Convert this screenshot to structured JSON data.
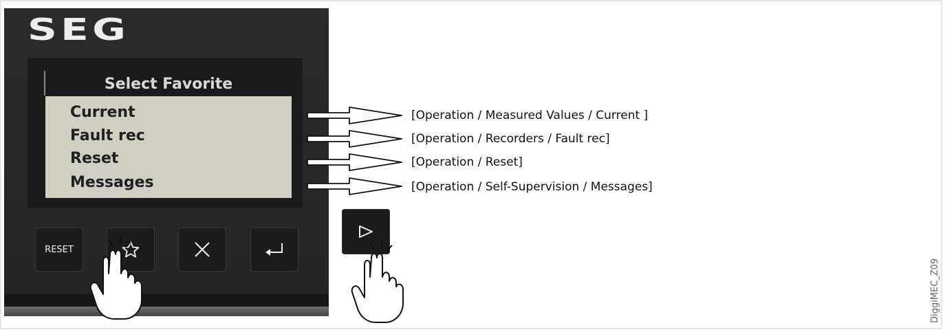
{
  "device": {
    "logo": "SEG",
    "screen_title": "Select Favorite",
    "menu_items": [
      "Current",
      "Fault rec",
      "Reset",
      "Messages"
    ],
    "buttons": {
      "reset_label": "RESET",
      "favorite_icon": "star-icon",
      "escape_icon": "close-icon",
      "enter_icon": "enter-icon",
      "softkey_icon": "play-right-icon"
    }
  },
  "paths": [
    "[Operation / Measured Values / Current ]",
    "[Operation / Recorders / Fault rec]",
    "[Operation / Reset]",
    "[Operation / Self-Supervision / Messages]"
  ],
  "figure_id": "DiggiMEC_Z09"
}
